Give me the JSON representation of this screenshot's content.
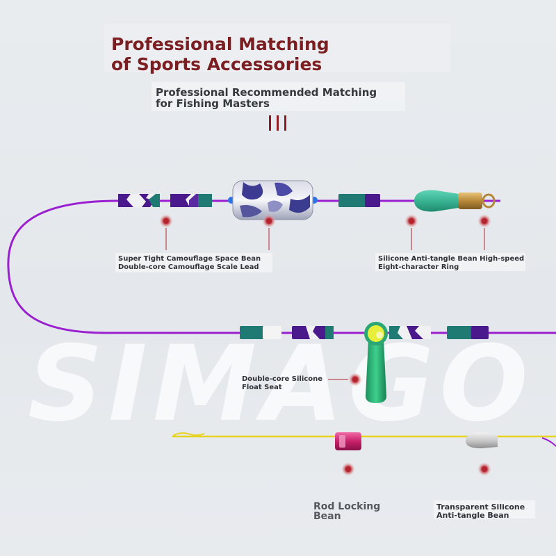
{
  "header": {
    "title": "Professional Matching\n of Sports Accessories",
    "subtitle": "Professional Recommended Matching\nfor Fishing Masters"
  },
  "brand": {
    "watermark": "SIMAGO"
  },
  "callouts": {
    "space_bean_lead": "Super Tight Camouflage Space Bean\n Double-core Camouflage Scale Lead",
    "anti_tangle_ring": "Silicone Anti-tangle Bean High-speed\n Eight-character Ring",
    "float_seat": "Double-core Silicone\n Float Seat",
    "rod_locking_bean": "Rod Locking\n Bean",
    "transparent_bean": "Transparent Silicone\n Anti-tangle Bean"
  },
  "colors": {
    "title_red": "#7b1e22",
    "line_purple": "#9a1fd0",
    "teal": "#1f7a74",
    "purple_bead": "#4a1a8c",
    "yellow_line": "#e6d21f",
    "marker_red": "#b3242e"
  }
}
